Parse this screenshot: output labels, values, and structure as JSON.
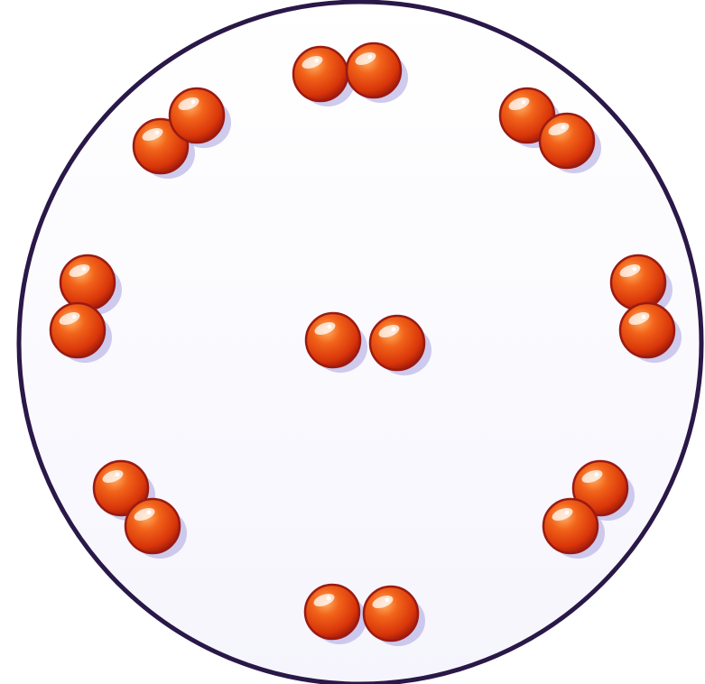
{
  "scene": {
    "description_free": true,
    "background_color": "#ffffff",
    "plate_fill": "#fbfbff",
    "plate_stroke": "#2a1848",
    "plate_shadow": "#e4e2f6",
    "ball_color": "#e8430a",
    "ball_highlight": "#ff9a3c",
    "ball_rim": "#9a1a12",
    "ball_shadow": "#b9b5e6",
    "pair_count": 9,
    "balls_per_pair": 2,
    "total_balls": 18
  }
}
